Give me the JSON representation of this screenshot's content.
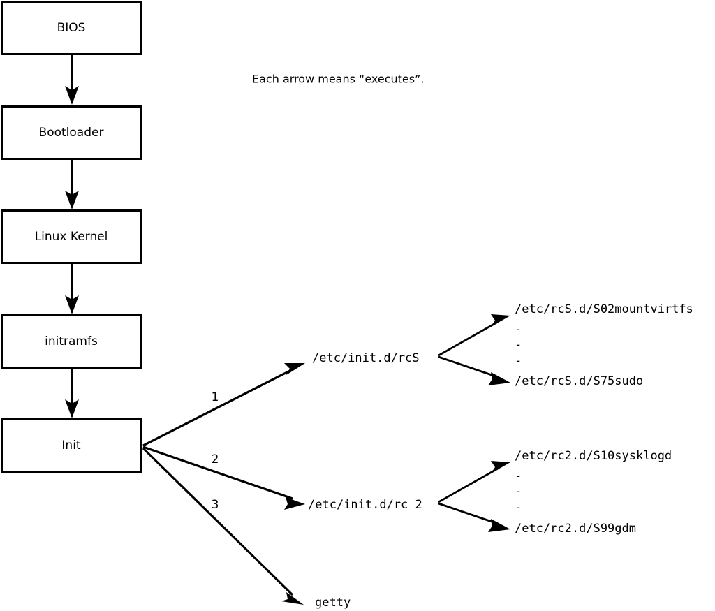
{
  "diagram": {
    "caption": "Each arrow means “executes”.",
    "boot_chain": [
      {
        "label": "BIOS"
      },
      {
        "label": "Bootloader"
      },
      {
        "label": "Linux Kernel"
      },
      {
        "label": "initramfs"
      },
      {
        "label": "Init"
      }
    ],
    "init_edges": [
      {
        "number": "1",
        "target": "/etc/init.d/rcS"
      },
      {
        "number": "2",
        "target": "/etc/init.d/rc 2"
      },
      {
        "number": "3",
        "target": "getty"
      }
    ],
    "init_targets": {
      "rcs": "/etc/init.d/rcS",
      "rc2": "/etc/init.d/rc 2",
      "getty": "getty"
    },
    "rcs_scripts": {
      "first": "/etc/rcS.d/S02mountvirtfs",
      "ellipsis": [
        "-",
        "-",
        "-"
      ],
      "last": "/etc/rcS.d/S75sudo"
    },
    "rc2_scripts": {
      "first": "/etc/rc2.d/S10sysklogd",
      "ellipsis": [
        "-",
        "-",
        "-"
      ],
      "last": "/etc/rc2.d/S99gdm"
    },
    "colors": {
      "stroke": "#000000",
      "background": "#ffffff",
      "box_fill": "#ffffff"
    }
  }
}
